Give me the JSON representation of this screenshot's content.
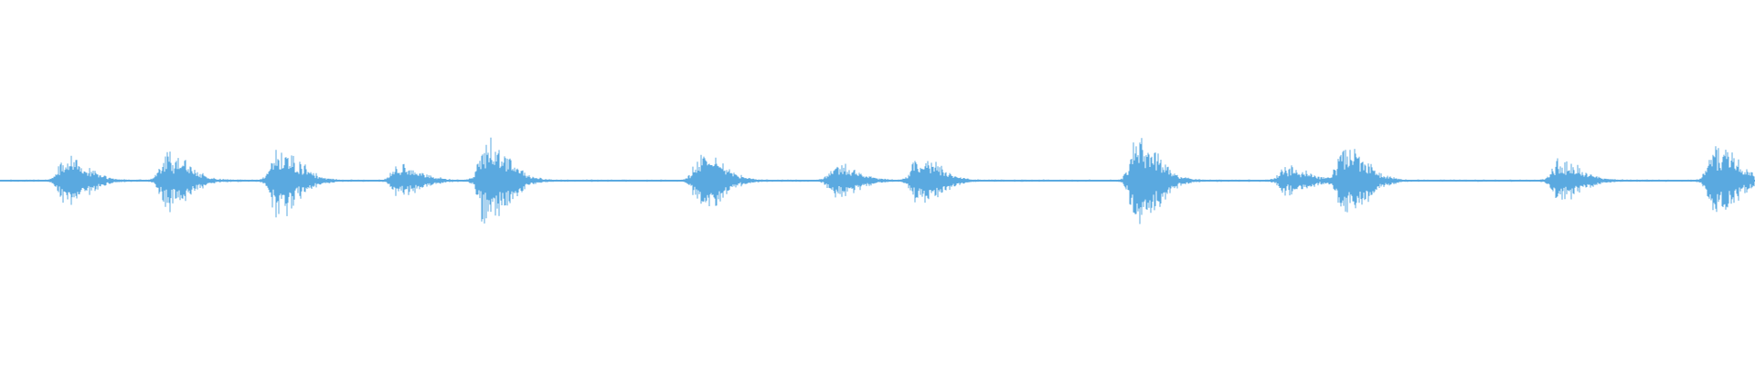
{
  "waveform": {
    "color": "#5aa9e0",
    "background": "#ffffff",
    "bursts": [
      {
        "center": 0.037,
        "amplitude": 0.35
      },
      {
        "center": 0.095,
        "amplitude": 0.37
      },
      {
        "center": 0.158,
        "amplitude": 0.45
      },
      {
        "center": 0.227,
        "amplitude": 0.2
      },
      {
        "center": 0.277,
        "amplitude": 0.62
      },
      {
        "center": 0.399,
        "amplitude": 0.4
      },
      {
        "center": 0.476,
        "amplitude": 0.22
      },
      {
        "center": 0.523,
        "amplitude": 0.32
      },
      {
        "center": 0.648,
        "amplitude": 0.6
      },
      {
        "center": 0.733,
        "amplitude": 0.18
      },
      {
        "center": 0.766,
        "amplitude": 0.5
      },
      {
        "center": 0.888,
        "amplitude": 0.28
      },
      {
        "center": 0.977,
        "amplitude": 0.48
      }
    ],
    "baseline_noise": 0.01
  }
}
